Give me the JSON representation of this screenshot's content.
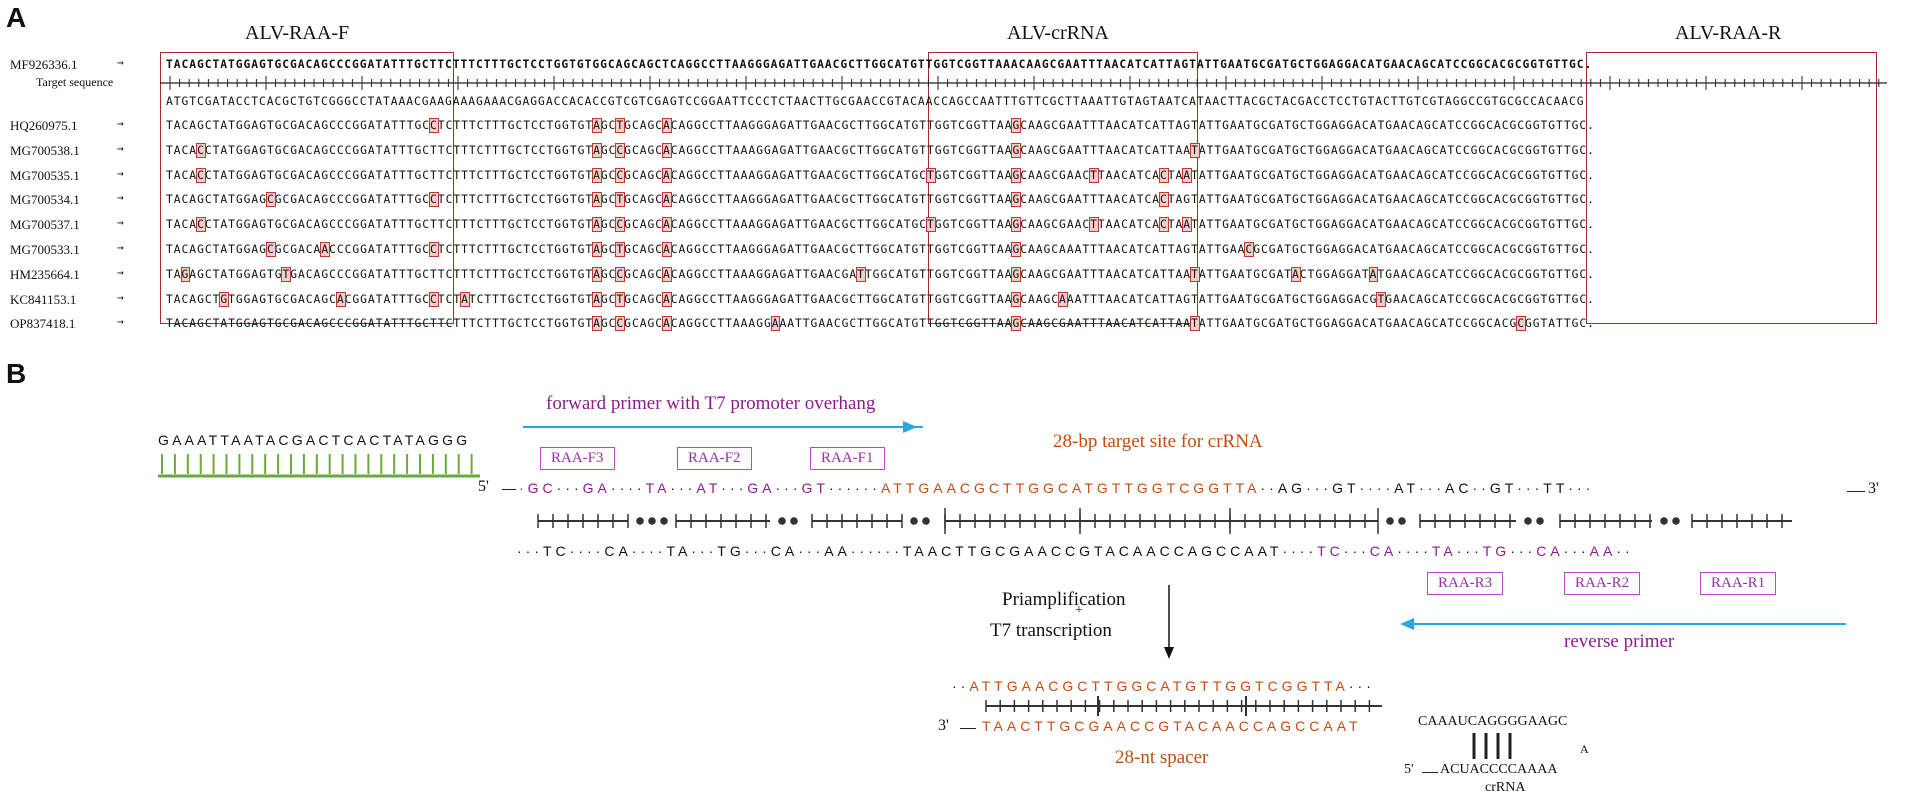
{
  "panelA": {
    "letter": "A",
    "titles": {
      "raa_f": "ALV-RAA-F",
      "crrna": "ALV-crRNA",
      "raa_r": "ALV-RAA-R"
    },
    "reference_acc": "MF926336.1",
    "reference_seq": "TACAGCTATGGAGTGCGACAGCCCGGATATTTGCTTCTTTCTTTGCTCCTGGTGTGGCAGCAGCTCAGGCCTTAAGGGAGATTGAACGCTTGGCATGTTGGTCGGTTAAACAAGCGAATTTAACATCATTAGTATTGAATGCGATGCTGGAGGACATGAACAGCATCCGGCACGCGGTGTTGC.",
    "target_label": "Target sequence",
    "complement_seq": "ATGTCGATACCTCACGCTGTCGGGCCTATAAACGAAGAAAGAAACGAGGACCACACCGTCGTCGAGTCCGGAATTCCCTCTAACTTGCGAACCGTACAACCAGCCAATTTGTTCGCTTAAATTGTAGTAATCATAACTTACGCTACGACCTCCTGTACTTGTCGTAGGCCGTGCGCCACAACG",
    "strains": [
      {
        "acc": "HQ260975.1",
        "seq": "TACAGCTATGGAGTGCGACAGCCCGGATATTTGCCTCTTTCTTTGCTCCTGGTGTAGCTGCAGCACAGGCCTTAAGGGAGATTGAACGCTTGGCATGTTGGTCGGTTAAGCAAGCGAATTTAACATCATTAGTATTGAATGCGATGCTGGAGGACATGAACAGCATCCGGCACGCGGTGTTGC.",
        "mm": [
          34,
          55,
          58,
          64,
          109
        ]
      },
      {
        "acc": "MG700538.1",
        "seq": "TACACCTATGGAGTGCGACAGCCCGGATATTTGCTTCTTTCTTTGCTCCTGGTGTAGCCGCAGCACAGGCCTTAAAGGAGATTGAACGCTTGGCATGTTGGTCGGTTAAGCAAGCGAATTTAACATCATTAATATTGAATGCGATGCTGGAGGACATGAACAGCATCCGGCACGCGGTGTTGC.",
        "mm": [
          4,
          55,
          58,
          64,
          109,
          132
        ]
      },
      {
        "acc": "MG700535.1",
        "seq": "TACACCTATGGAGTGCGACAGCCCGGATATTTGCTTCTTTCTTTGCTCCTGGTGTAGCCGCAGCACAGGCCTTAAAGGAGATTGAACGCTTGGCATGCTGGTCGGTTAAGCAAGCGAACTTAACATCACTAATATTGAATGCGATGCTGGAGGACATGAACAGCATCCGGCACGCGGTGTTGC.",
        "mm": [
          4,
          55,
          58,
          64,
          98,
          109,
          119,
          128,
          131
        ]
      },
      {
        "acc": "MG700534.1",
        "seq": "TACAGCTATGGAGCGCGACAGCCCGGATATTTGCCTCTTTCTTTGCTCCTGGTGTAGCTGCAGCACAGGCCTTAAGGGAGATTGAACGCTTGGCATGTTGGTCGGTTAAGCAAGCGAATTTAACATCACTAGTATTGAATGCGATGCTGGAGGACATGAACAGCATCCGGCACGCGGTGTTGC.",
        "mm": [
          13,
          34,
          55,
          58,
          64,
          109,
          128
        ]
      },
      {
        "acc": "MG700537.1",
        "seq": "TACACCTATGGAGTGCGACAGCCCGGATATTTGCTTCTTTCTTTGCTCCTGGTGTAGCCGCAGCACAGGCCTTAAAGGAGATTGAACGCTTGGCATGCTGGTCGGTTAAGCAAGCGAACTTAACATCACTAATATTGAATGCGATGCTGGAGGACATGAACAGCATCCGGCACGCGGTGTTGC.",
        "mm": [
          4,
          55,
          58,
          64,
          98,
          109,
          119,
          128,
          131
        ]
      },
      {
        "acc": "MG700533.1",
        "seq": "TACAGCTATGGAGCGCGACAACCCGGATATTTGCCTCTTTCTTTGCTCCTGGTGTAGCTGCAGCACAGGCCTTAAGGGAGATTGAACGCTTGGCATGTTGGTCGGTTAAGCAAGCAAATTTAACATCATTAGTATTGAACGCGATGCTGGAGGACATGAACAGCATCCGGCACGCGGTGTTGC.",
        "mm": [
          13,
          20,
          34,
          55,
          58,
          64,
          109,
          139
        ]
      },
      {
        "acc": "HM235664.1",
        "seq": "TAGAGCTATGGAGTGTGACAGCCCGGATATTTGCTTCTTTCTTTGCTCCTGGTGTAGCCGCAGCACAGGCCTTAAAGGAGATTGAACGATTGGCATGTTGGTCGGTTAAGCAAGCGAATTTAACATCATTAATATTGAATGCGATACTGGAGGATATGAACAGCATCCGGCACGCGGTGTTGC.",
        "mm": [
          2,
          15,
          55,
          58,
          64,
          89,
          109,
          132,
          145,
          155
        ]
      },
      {
        "acc": "KC841153.1",
        "seq": "TACAGCTGTGGAGTGCGACAGCACGGATATTTGCCTCTATCTTTGCTCCTGGTGTAGCTGCAGCACAGGCCTTAAGGGAGATTGAACGCTTGGCATGTTGGTCGGTTAAGCAAGCAAATTTAACATCATTAGTATTGAATGCGATGCTGGAGGACGTGAACAGCATCCGGCACGCGGTGTTGC.",
        "mm": [
          7,
          22,
          34,
          38,
          55,
          58,
          64,
          109,
          115,
          156
        ]
      },
      {
        "acc": "OP837418.1",
        "seq": "TACAGCTATGGAGTGCGACAGCCCGGATATTTGCTTCTTTCTTTGCTCCTGGTGTAGCCGCAGCACAGGCCTTAAAGGAAATTGAACGCTTGGCATGTTGGTCGGTTAAGCAAGCGAATTTAACATCATTAATATTGAATGCGATGCTGGAGGACATGAACAGCATCCGGCACGCGGTATTGC.",
        "mm": [
          55,
          58,
          64,
          78,
          109,
          132,
          174
        ]
      }
    ]
  },
  "panelB": {
    "letter": "B",
    "t7_seq": "GAAATTAATACGACTCACTATAGGG",
    "fwd_label": "forward primer with T7 promoter overhang",
    "target_site_label": "28-bp target site for crRNA",
    "fwd_primers": [
      "RAA-F3",
      "RAA-F2",
      "RAA-F1"
    ],
    "rev_primers": [
      "RAA-R3",
      "RAA-R2",
      "RAA-R1"
    ],
    "five_prime": "5'",
    "three_prime": "3'",
    "top_pairs": [
      "GC",
      "GA",
      "TA",
      "AT",
      "GA",
      "GT"
    ],
    "top_target": "ATTGAACGCTTGGCATGTTGGTCGGTTA",
    "top_right_pairs": [
      "AG",
      "GT",
      "AT",
      "AC",
      "GT",
      "TT"
    ],
    "bot_left_pairs": [
      "TC",
      "CA",
      "TA",
      "TG",
      "CA",
      "AA"
    ],
    "bot_target": "TAACTTGCGAACCGTACAACCAGCCAAT",
    "bot_right_pairs": [
      "TC",
      "CA",
      "TA",
      "TG",
      "CA",
      "AA"
    ],
    "rev_label": "reverse primer",
    "process_line1": "Priamplification",
    "process_plus": "+",
    "process_line2": "T7 transcription",
    "product_top": "ATTGAACGCTTGGCATGTTGGTCGGTTA",
    "product_bot": "TAACTTGCGAACCGTACAACCAGCCAAT",
    "spacer_label": "28-nt spacer",
    "crrna_top": "CAAAUCAGGGGAAGC",
    "crrna_loop": "A",
    "crrna_bottom": "ACUACCCCAAAA",
    "crrna_label": "crRNA",
    "colors": {
      "purple": "#8e1b8e",
      "orange": "#c84b0c",
      "blue": "#2aa7df",
      "green": "#6aaa3a",
      "mismatch_red": "#c0392b"
    }
  }
}
